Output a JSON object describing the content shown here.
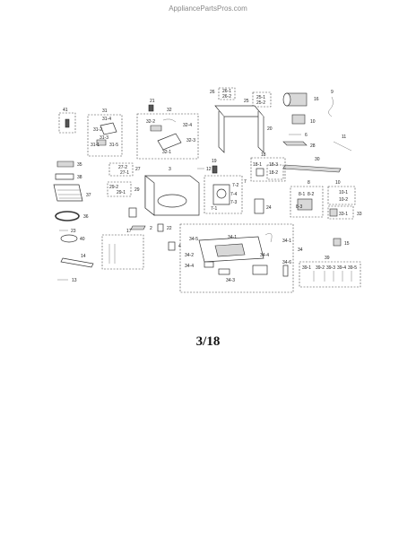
{
  "site": "AppliancePartsPros.com",
  "page_number": "3/18",
  "labels": {
    "l41": "41",
    "l31": "31",
    "l31_4": "31-4",
    "l31_2": "31-2",
    "l31_3": "31-3",
    "l31_1": "31-1",
    "l31_5": "31-5",
    "l21": "21",
    "l32": "32",
    "l32_2": "32-2",
    "l32_4": "32-4",
    "l32_3": "32-3",
    "l32_1": "32-1",
    "l26": "26",
    "l26_1": "26-1",
    "l26_2": "26-2",
    "l25": "25",
    "l25_1": "25-1",
    "l25_2": "25-2",
    "l16": "16",
    "l9": "9",
    "l20": "20",
    "l10": "10",
    "l6": "6",
    "l28": "28",
    "l11": "11",
    "l35": "35",
    "l38": "38",
    "l37": "37",
    "l36": "36",
    "l40": "40",
    "l23": "23",
    "l14": "14",
    "l13": "13",
    "l27": "27",
    "l27_2": "27-2",
    "l27_1": "27-1",
    "l29": "29",
    "l29_2": "29-2",
    "l29_1": "29-1",
    "l3": "3",
    "l12": "12",
    "l19": "19",
    "l18": "18",
    "l18_1": "18-1",
    "l18_3": "18-3",
    "l18_2": "18-2",
    "l7": "7",
    "l7_2": "7-2",
    "l7_4": "7-4",
    "l7_3": "7-3",
    "l7_1": "7-1",
    "l24": "24",
    "l30": "30",
    "l8": "8",
    "l8_1": "8-1",
    "l8_2": "8-2",
    "l8_3": "8-3",
    "l10b": "10",
    "l10_1": "10-1",
    "l10_2": "10-2",
    "l33": "33",
    "l33_1": "33-1",
    "l22": "22",
    "l2": "2",
    "l4": "4",
    "l17": "17",
    "l15": "15",
    "l34": "34",
    "l34_1": "34-1",
    "l34_2": "34-2",
    "l34_4": "34-4",
    "l34_5": "34-5",
    "l34_3": "34-3",
    "l34_6": "34-6",
    "l39": "39",
    "l39_1": "39-1",
    "l39_2": "39-2",
    "l39_3": "39-3",
    "l39_4": "39-4",
    "l39_5": "39-5"
  }
}
